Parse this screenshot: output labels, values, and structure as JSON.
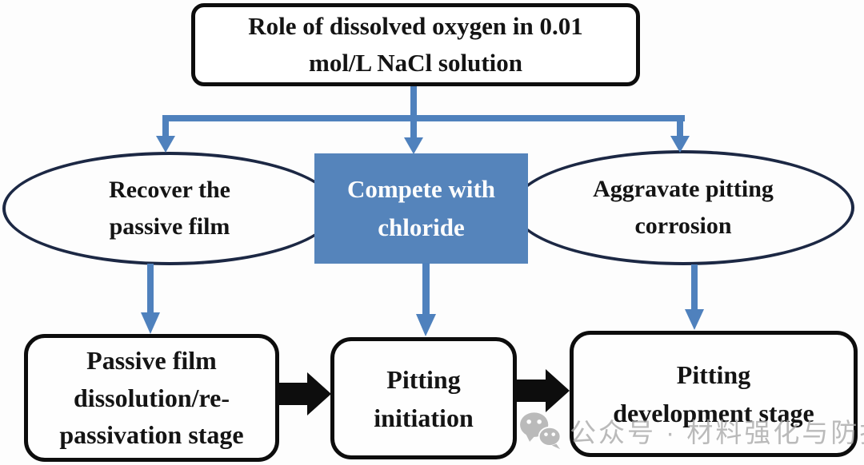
{
  "colors": {
    "accent_blue": "#4f81bd",
    "box_blue": "#5584bb",
    "node_outline": "#1c2844",
    "box_outline": "#0d0d0d",
    "text_black": "#141414",
    "arrow_black": "#0d0d0d",
    "watermark_gray": "#a8a8a8"
  },
  "flowchart": {
    "root": {
      "label": "Role of dissolved oxygen in 0.01\nmol/L NaCl solution"
    },
    "mechanisms": [
      {
        "shape": "ellipse",
        "label": "Recover the\npassive film"
      },
      {
        "shape": "filled-rect",
        "label": "Compete with\nchloride"
      },
      {
        "shape": "ellipse",
        "label": "Aggravate pitting\ncorrosion"
      }
    ],
    "stages": [
      {
        "label": "Passive film\ndissolution/re-\npassivation stage"
      },
      {
        "label": "Pitting\ninitiation"
      },
      {
        "label": "Pitting\ndevelopment stage"
      }
    ]
  },
  "watermark": {
    "icon": "wechat-icon",
    "text": "公众号 · 材料强化与防护"
  }
}
